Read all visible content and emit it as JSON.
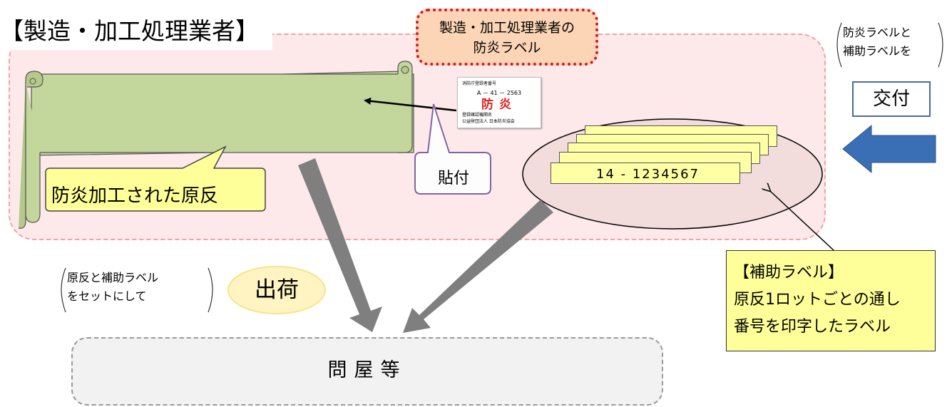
{
  "title": "【製造・加工処理業者】",
  "label_callout": {
    "line1": "製造・加工処理業者の",
    "line2": "防炎ラベル"
  },
  "receive_note": {
    "line1": "防炎ラベルと",
    "line2": "補助ラベルを"
  },
  "receive_action": "交付",
  "sample_label": {
    "registrant_caption": "消防庁登録者番号",
    "registration_no": "A － 41 － 2563",
    "mark": "防炎",
    "certifier_caption": "登録確認機関名",
    "certifier": "公益財団法人 日本防炎協会"
  },
  "serial_number": "14 - 1234567",
  "fabric_callout": "防炎加工された原反",
  "attach_callout": "貼付",
  "ship_note": {
    "line1": "原反と補助ラベル",
    "line2": "をセットにして"
  },
  "ship_action": "出荷",
  "auxiliary_label": {
    "heading": "【補助ラベル】",
    "line1": "原反1ロットごとの通し",
    "line2": "番号を印字したラベル"
  },
  "destination": "問屋等",
  "colors": {
    "zone_fill": "#fde9ea",
    "zone_border": "#f2a2a6",
    "fabric_green": "#c3d69b",
    "label_yellow": "#ffffa6",
    "callout_orange": "#fbd5b5",
    "callout_red_border": "#d9142a",
    "arrow_gray": "#7f7f7f",
    "arrow_blue": "#3b6fb5",
    "ellipse_fill": "#f3dcdc"
  }
}
